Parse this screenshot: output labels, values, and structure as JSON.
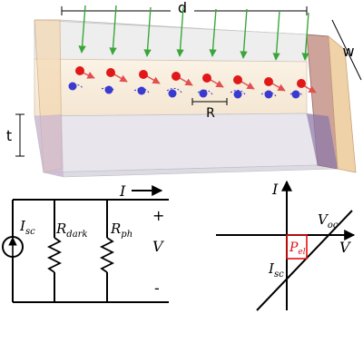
{
  "device": {
    "dim_d": "d",
    "dim_w": "w",
    "dim_t": "t",
    "dim_R": "R",
    "colors": {
      "light_arrow": "#3aa63a",
      "electron": "#d81818",
      "hole": "#3030c8",
      "slab_front": "#f6ead8",
      "slab_top": "#ececec",
      "contact": "#d8a9a0"
    }
  },
  "circuit": {
    "current_label": "I",
    "isc_main": "I",
    "isc_sub": "sc",
    "rdark_main": "R",
    "rdark_sub": "dark",
    "rph_main": "R",
    "rph_sub": "ph",
    "plus": "+",
    "minus": "-",
    "voltage": "V"
  },
  "iv_plot": {
    "axis_i": "I",
    "axis_v": "V",
    "voc_main": "V",
    "voc_sub": "oc",
    "isc_main": "I",
    "isc_sub": "sc",
    "pel_main": "P",
    "pel_sub": "el",
    "pel_color": "#e01010"
  }
}
